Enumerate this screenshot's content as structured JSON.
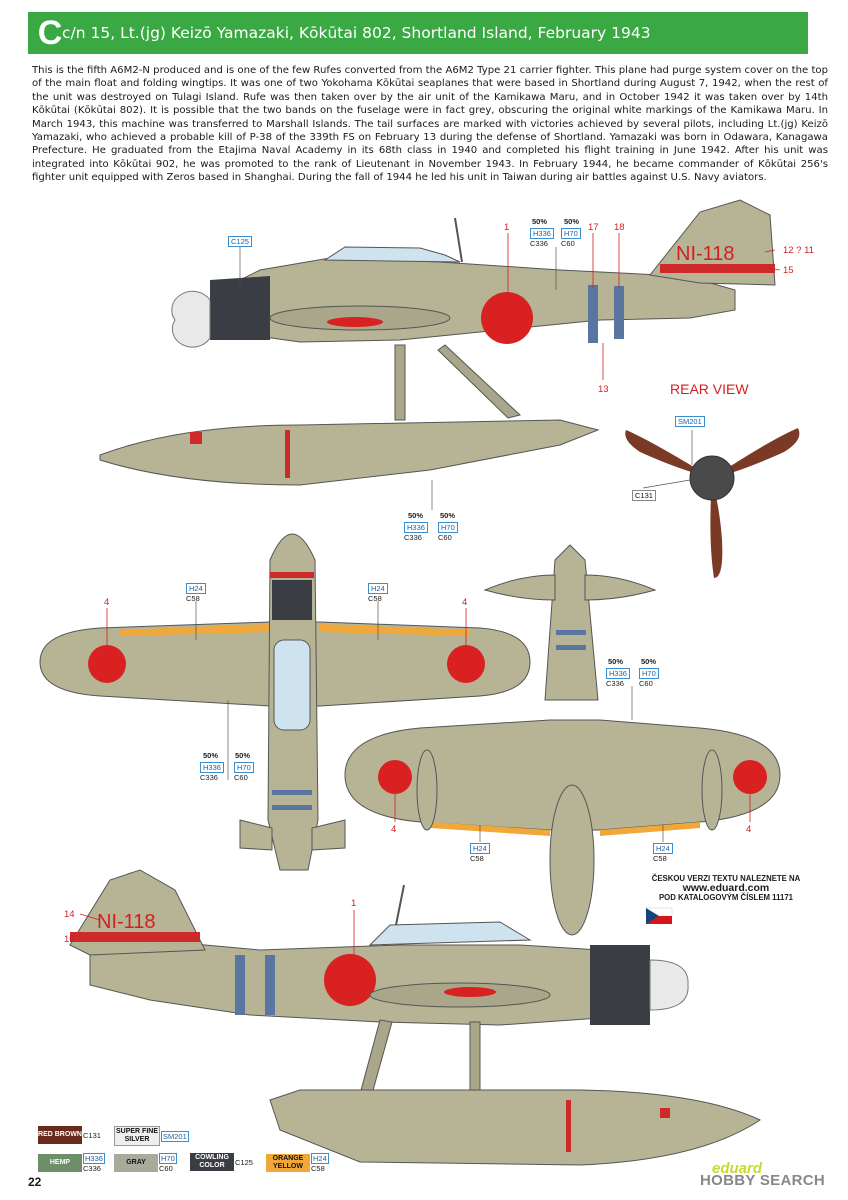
{
  "header": {
    "letter": "C",
    "title": "c/n 15, Lt.(jg) Keizō Yamazaki, Kōkūtai 802, Shortland Island, February 1943"
  },
  "description": "This is the fifth A6M2-N produced and is one of the few Rufes converted from the A6M2 Type 21 carrier fighter. This plane had purge system cover on the top of the main float and folding wingtips. It was one of two Yokohama Kōkūtai seaplanes that were based in Shortland during August 7, 1942, when the rest of the unit was destroyed on Tulagi Island. Rufe was then taken over by the air unit of the Kamikawa Maru, and in October 1942 it was taken over by 14th Kōkūtai (Kōkūtai 802). It is possible that the two bands on the fuselage were in fact grey, obscuring the original white markings of the Kamikawa Maru. In March 1943, this machine was transferred to Marshall Islands. The tail surfaces are marked with victories achieved by several pilots, including Lt.(jg) Keizō Yamazaki, who achieved a probable kill of P-38 of the 339th FS on February 13 during the defense of Shortland. Yamazaki was born in Odawara, Kanagawa Prefecture. He graduated from the Etajima Naval Academy in its 68th class in 1940 and completed his flight training in June 1942. After his unit was integrated into Kōkūtai 902, he was promoted to the rank of Lieutenant in November 1943. In February 1944, he became commander of Kōkūtai 256's fighter unit equipped with Zeros based in Shanghai. During the fall of 1944 he led his unit in Taiwan during air battles against U.S. Navy aviators.",
  "labels": {
    "code_c125": "C125",
    "pct50": "50%",
    "h336": "H336",
    "c336": "C336",
    "h70": "H70",
    "c60": "C60",
    "h24": "H24",
    "c58": "C58",
    "sm201": "SM201",
    "c131": "C131",
    "callout_1": "1",
    "callout_4": "4",
    "callout_11_12": "12 ? 11",
    "callout_13": "13",
    "callout_14": "14",
    "callout_15": "15",
    "callout_16": "16",
    "callout_17": "17",
    "callout_18": "18",
    "tail_code": "NI-118",
    "rear_view": "REAR VIEW"
  },
  "czech_note": {
    "line1": "ČESKOU VERZI TEXTU NALEZNETE NA",
    "web": "www.eduard.com",
    "line3": "POD KATALOGOVÝM ČÍSLEM 11171"
  },
  "legend": [
    {
      "name": "RED BROWN",
      "codes": [
        "",
        "C131"
      ],
      "color": "#6b2a1e",
      "text": "#ffffff"
    },
    {
      "name": "SUPER FINE SILVER",
      "codes": [
        "SM201",
        ""
      ],
      "color": "#eeeeee",
      "text": "#111111"
    },
    {
      "name": "HEMP",
      "codes": [
        "H336",
        "C336"
      ],
      "color": "#6c8f6a",
      "text": "#ffffff"
    },
    {
      "name": "GRAY",
      "codes": [
        "H70",
        "C60"
      ],
      "color": "#a9aa9a",
      "text": "#111111"
    },
    {
      "name": "COWLING COLOR",
      "codes": [
        "",
        "C125"
      ],
      "color": "#3b3d44",
      "text": "#ffffff"
    },
    {
      "name": "ORANGE YELLOW",
      "codes": [
        "H24",
        "C58"
      ],
      "color": "#f0a83a",
      "text": "#111111"
    }
  ],
  "footer": {
    "page_number": "22",
    "brand": "eduard",
    "watermark": "HOBBY SEARCH"
  },
  "colors": {
    "header_green": "#3aa843",
    "airframe": "#b7b496",
    "hinomaru": "#d92121",
    "band_blue": "#5a76a0",
    "cowling": "#3b3d44",
    "propeller": "#7a3a26"
  }
}
